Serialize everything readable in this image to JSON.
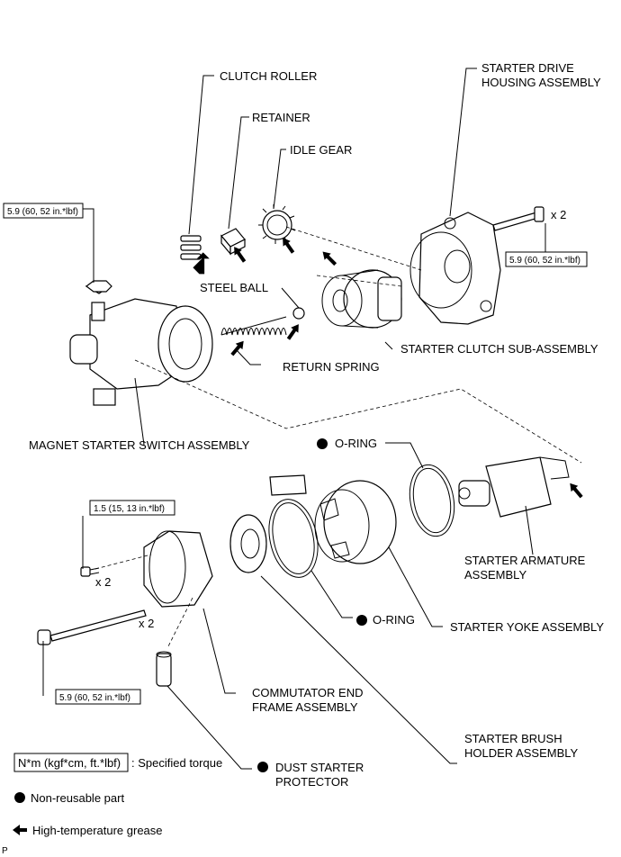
{
  "labels": {
    "clutch_roller": "CLUTCH ROLLER",
    "retainer": "RETAINER",
    "idle_gear": "IDLE GEAR",
    "drive_housing_1": "STARTER DRIVE",
    "drive_housing_2": "HOUSING ASSEMBLY",
    "steel_ball": "STEEL BALL",
    "starter_clutch": "STARTER CLUTCH SUB-ASSEMBLY",
    "return_spring": "RETURN SPRING",
    "magnet_switch": "MAGNET STARTER SWITCH ASSEMBLY",
    "o_ring_top": "O-RING",
    "armature_1": "STARTER ARMATURE",
    "armature_2": "ASSEMBLY",
    "o_ring_bottom": "O-RING",
    "yoke": "STARTER YOKE ASSEMBLY",
    "commutator_1": "COMMUTATOR END",
    "commutator_2": "FRAME ASSEMBLY",
    "brush_holder_1": "STARTER BRUSH",
    "brush_holder_2": "HOLDER ASSEMBLY",
    "dust_protector_1": "DUST STARTER",
    "dust_protector_2": "PROTECTOR",
    "x2_bolt_top": "x 2",
    "x2_screw": "x 2",
    "x2_through_bolt": "x 2"
  },
  "torque": {
    "switch_nut": "5.9 (60, 52 in.*lbf)",
    "housing_bolt": "5.9 (60, 52 in.*lbf)",
    "end_frame_screw": "1.5 (15, 13 in.*lbf)",
    "through_bolt": "5.9 (60, 52 in.*lbf)"
  },
  "legend": {
    "torque_box": "N*m (kgf*cm, ft.*lbf)",
    "torque_desc": ": Specified torque",
    "non_reusable": "Non-reusable part",
    "grease": "High-temperature grease"
  },
  "corner_mark": "P"
}
